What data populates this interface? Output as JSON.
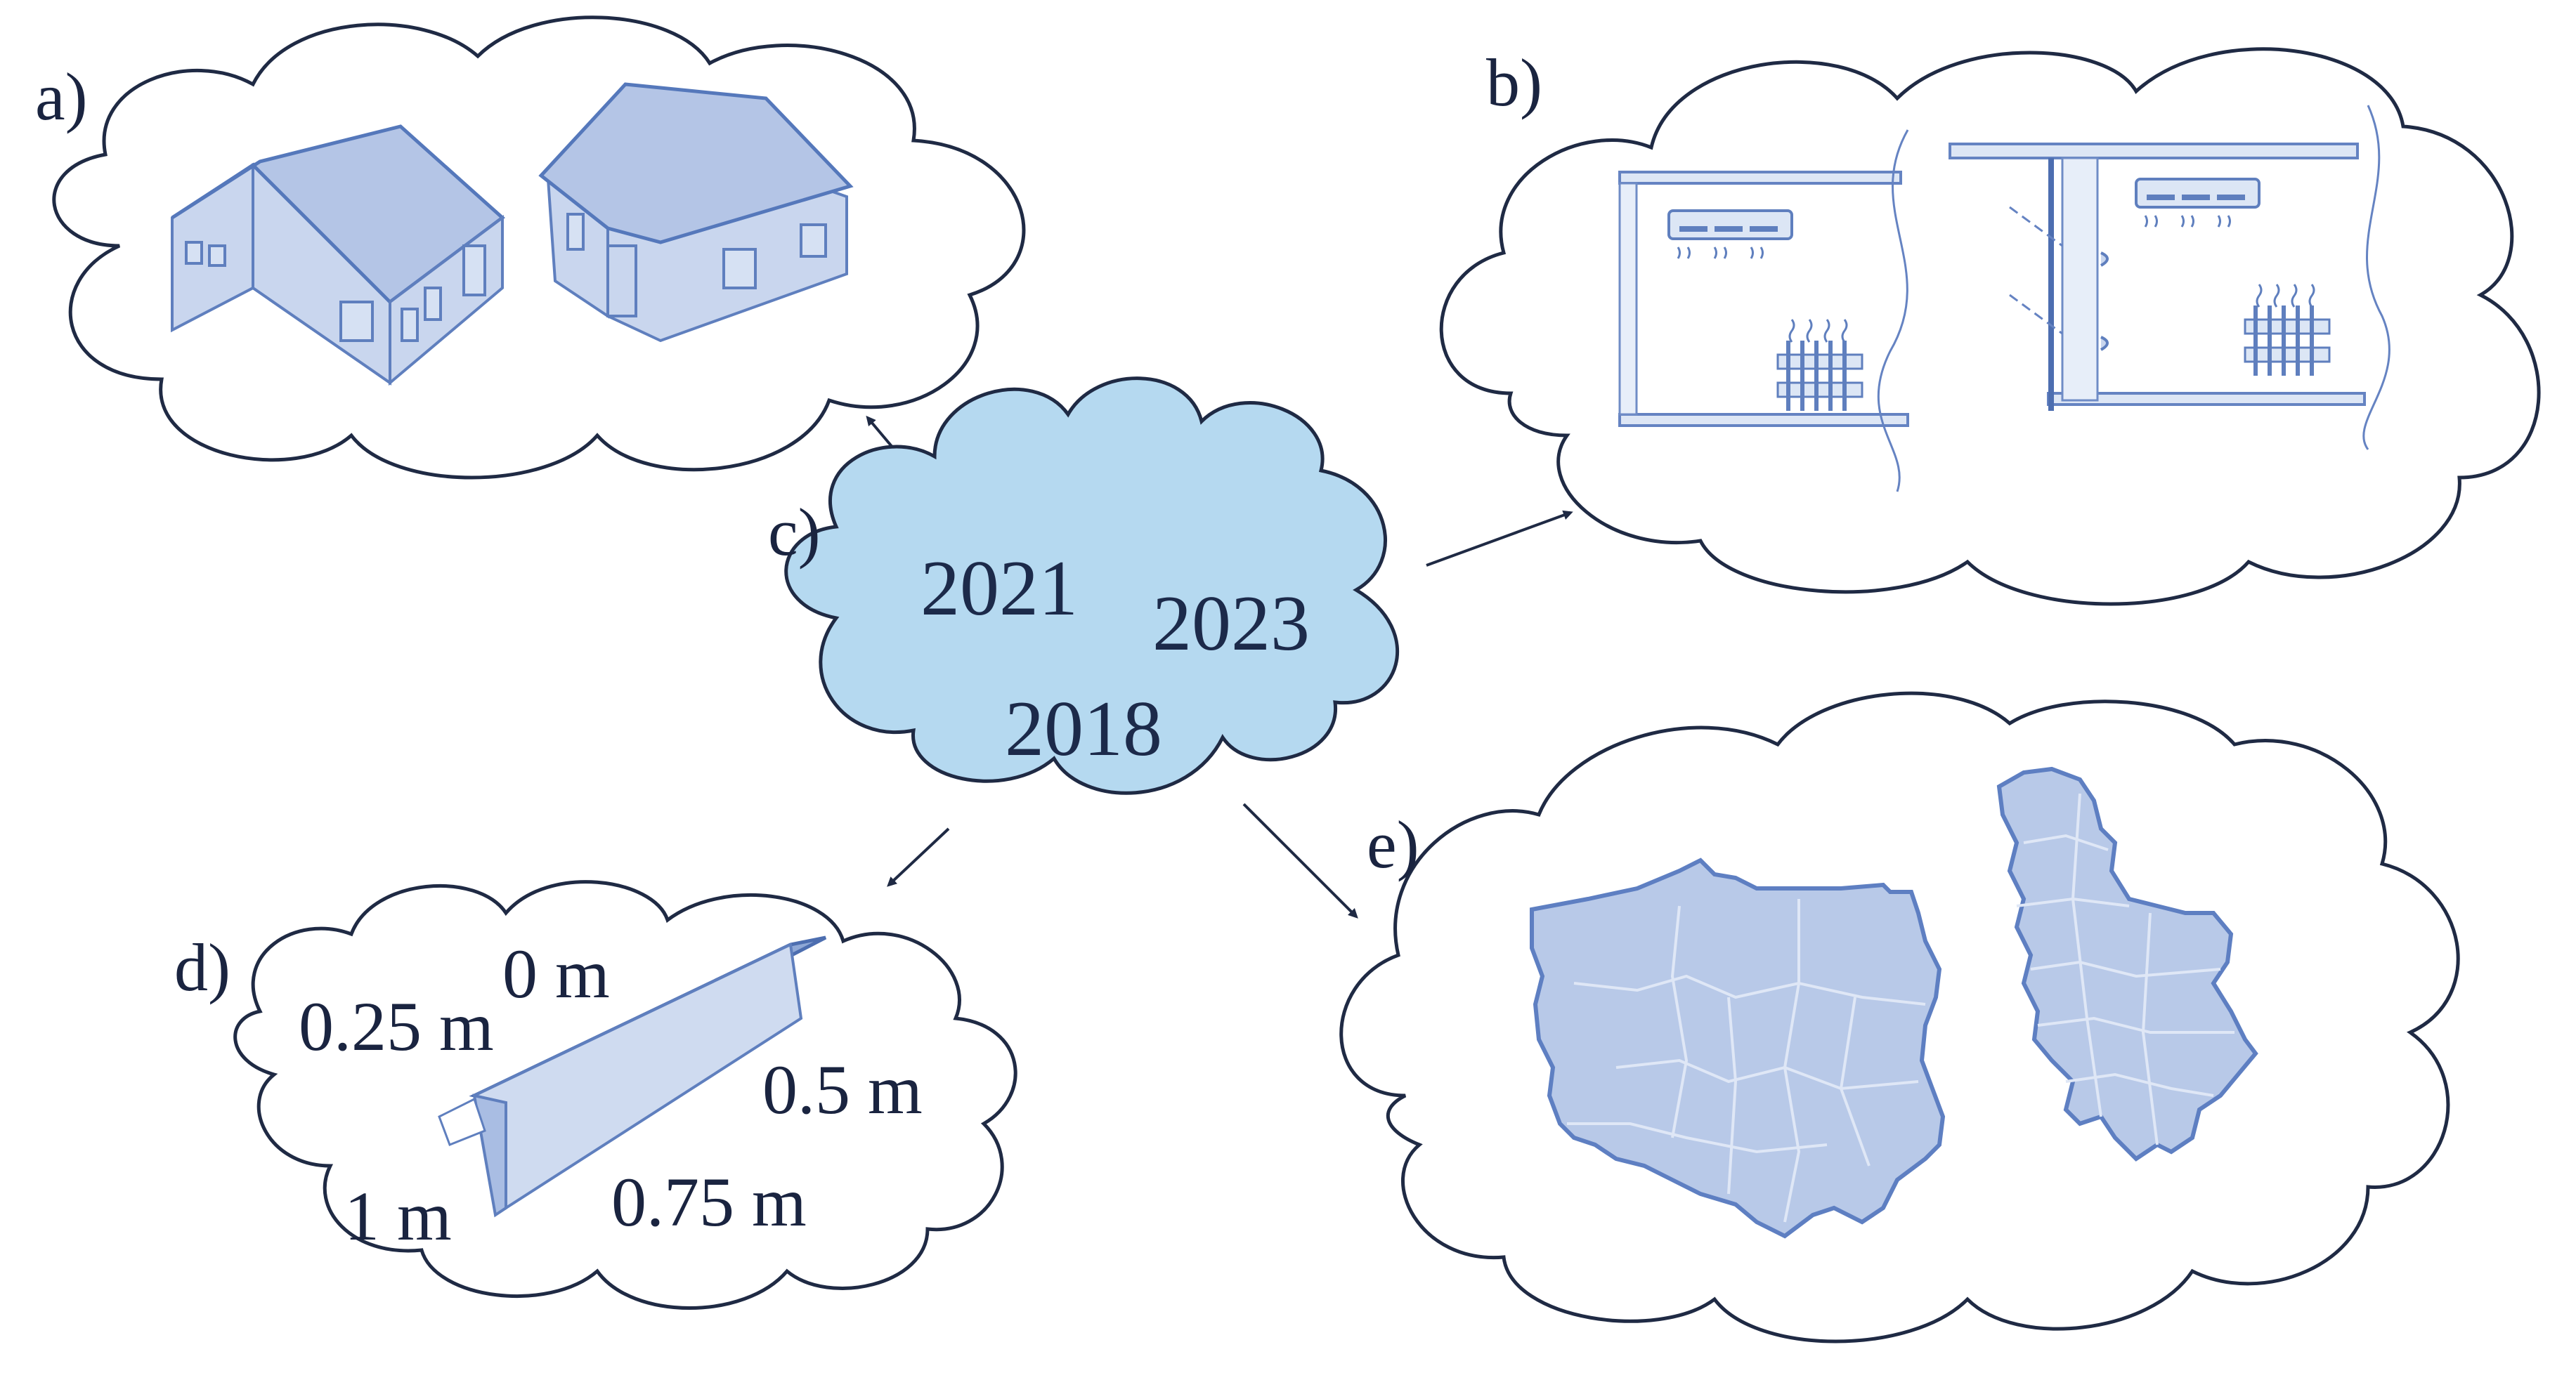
{
  "panels": {
    "a": {
      "label": "a)"
    },
    "b": {
      "label": "b)"
    },
    "c": {
      "label": "c)",
      "years": [
        "2021",
        "2023",
        "2018"
      ]
    },
    "d": {
      "label": "d)",
      "distances": [
        "0 m",
        "0.25 m",
        "0.5 m",
        "1 m",
        "0.75 m"
      ]
    },
    "e": {
      "label": "e)"
    }
  },
  "colors": {
    "center_cloud_fill": "#b5d9f0",
    "outline": "#1f2a44",
    "illustration_fill": "#c9d6ee",
    "illustration_stroke": "#5f7fbe"
  },
  "icons": [
    "house-icon",
    "air-conditioner-icon",
    "radiator-icon",
    "brick-wall-icon",
    "overhang-icon",
    "country-map-icon"
  ]
}
